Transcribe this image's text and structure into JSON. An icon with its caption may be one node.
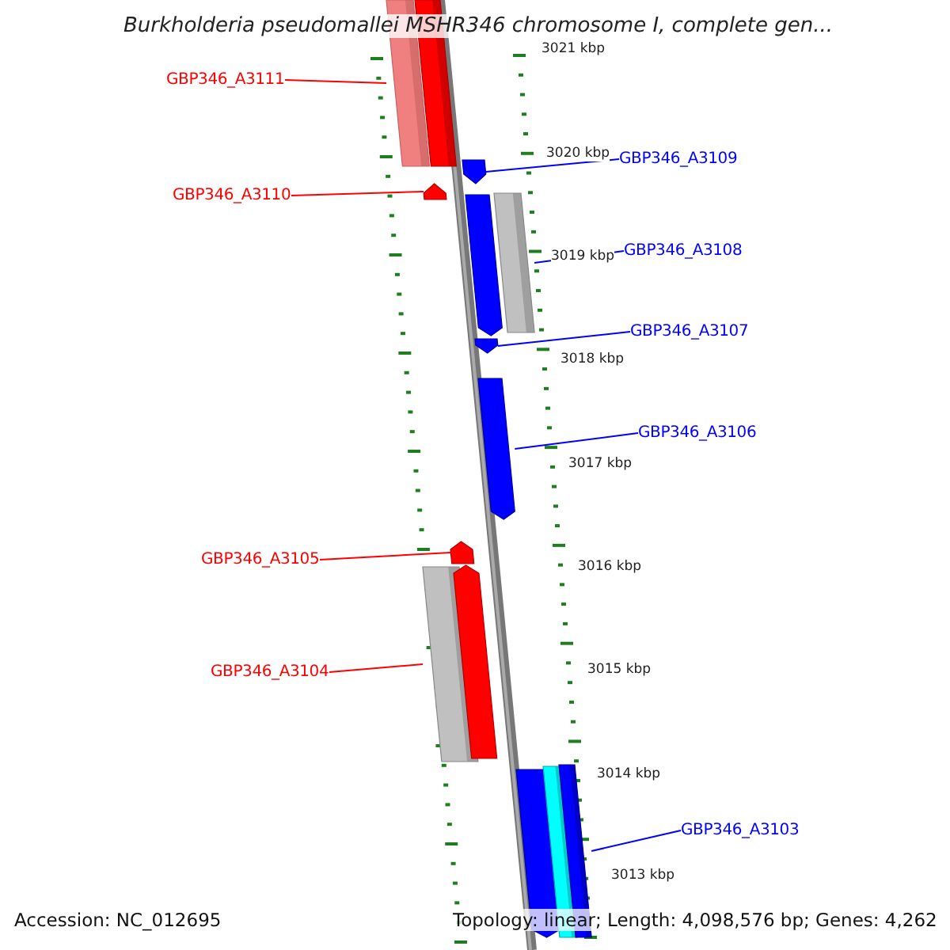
{
  "diagram": {
    "title": "Burkholderia pseudomallei MSHR346 chromosome I, complete gen...",
    "nodes": [
      {
        "text": [
          "GBP346_A3111"
        ]
      },
      {
        "text": [
          "GBP346_A3110"
        ]
      },
      {
        "text": [
          "GBP346_A3109"
        ]
      },
      {
        "text": [
          "GBP346_A3108"
        ]
      },
      {
        "text": [
          "GBP346_A3107"
        ]
      },
      {
        "text": [
          "GBP346_A3106"
        ]
      },
      {
        "text": [
          "GBP346_A3105"
        ]
      },
      {
        "text": [
          "GBP346_A3104"
        ]
      },
      {
        "text": [
          "GBP346_A3103"
        ]
      },
      {
        "text": [],
        "shape": "bar"
      },
      {
        "text": [],
        "shape": "bar"
      },
      {
        "text": [],
        "shape": "bar"
      },
      {
        "text": [],
        "shape": "bar"
      },
      {
        "text": [],
        "shape": "bar"
      },
      {
        "text": [],
        "shape": "bar"
      },
      {
        "text": [],
        "shape": "bar"
      },
      {
        "text": [],
        "shape": "bar"
      },
      {
        "text": [],
        "shape": "bar"
      },
      {
        "text": [],
        "shape": "bar"
      },
      {
        "text": [],
        "shape": "bar"
      },
      {
        "text": [],
        "shape": "bar"
      },
      {
        "text": [],
        "shape": "bar"
      },
      {
        "text": [],
        "shape": "bar"
      }
    ],
    "edges": [
      {
        "from": 0,
        "to": 9,
        "arrow": "none",
        "color": "#ff0000"
      },
      {
        "from": 1,
        "to": 11,
        "arrow": "none",
        "color": "#ff0000"
      },
      {
        "from": 2,
        "to": 12,
        "arrow": "none"
      },
      {
        "from": 3,
        "to": 14,
        "arrow": "none"
      },
      {
        "from": 4,
        "to": 15,
        "arrow": "none"
      },
      {
        "from": 5,
        "to": 16,
        "arrow": "none"
      },
      {
        "from": 6,
        "to": 17,
        "arrow": "none",
        "color": "#ff0000"
      },
      {
        "from": 7,
        "to": 18,
        "arrow": "none",
        "color": "#ff0000"
      },
      {
        "from": 8,
        "to": 22,
        "arrow": "none"
      }
    ],
    "labels": [
      "3021 kbp",
      "3020 kbp",
      "3019 kbp",
      "3018 kbp",
      "3017 kbp",
      "3016 kbp",
      "3015 kbp",
      "3014 kbp",
      "3013 kbp",
      "Accession: NC_012695",
      "Topology: linear; Length: 4,098,576 bp; Genes: 4,262"
    ]
  }
}
